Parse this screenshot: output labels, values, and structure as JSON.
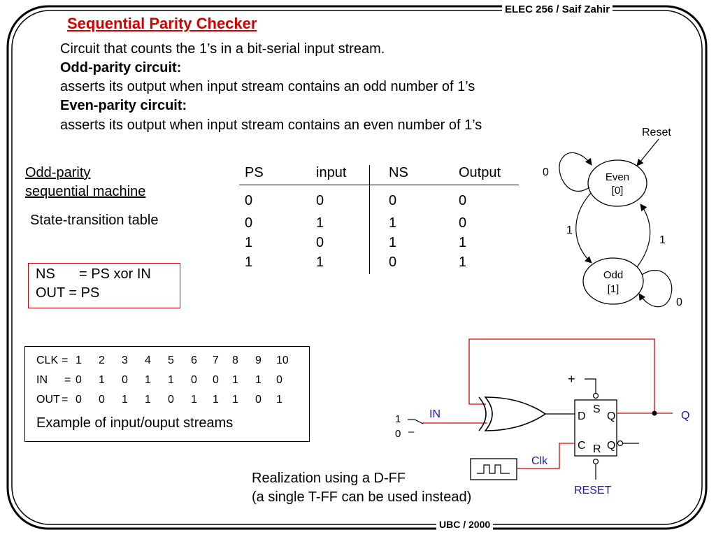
{
  "header": {
    "course": "ELEC 256 / Saif Zahir",
    "footer": "UBC / 2000"
  },
  "title": "Sequential Parity Checker",
  "intro": {
    "line1": "Circuit that counts the 1’s in a bit-serial input stream.",
    "odd_heading": "Odd-parity circuit:",
    "odd_desc": "asserts its output when input stream contains an odd number of 1’s",
    "even_heading": "Even-parity circuit:",
    "even_desc": "asserts its output when input stream contains an even number of 1’s"
  },
  "machine": {
    "label_line1": "Odd-parity ",
    "label_line2": "sequential machine",
    "table_label": "State-transition table"
  },
  "state_table": {
    "headers": [
      "PS",
      "input",
      "NS",
      "Output"
    ],
    "rows": [
      [
        "0",
        "0",
        "0",
        "0"
      ],
      [
        "0",
        "1",
        "1",
        "0"
      ],
      [
        "1",
        "0",
        "1",
        "1"
      ],
      [
        "1",
        "1",
        "0",
        "1"
      ]
    ]
  },
  "equations": {
    "ns_label": "NS",
    "ns_rhs": "= PS xor IN",
    "out": "OUT = PS"
  },
  "streams": {
    "rows": [
      {
        "label": "CLK",
        "eq": "=",
        "values": [
          "1",
          "2",
          "3",
          "4",
          "5",
          "6",
          "7",
          "8",
          "9",
          "10"
        ]
      },
      {
        "label": "IN",
        "eq": "=",
        "values": [
          "0",
          "1",
          "0",
          "1",
          "1",
          "0",
          "0",
          "1",
          "1",
          "0"
        ]
      },
      {
        "label": "OUT",
        "eq": "=",
        "values": [
          "0",
          "0",
          "1",
          "1",
          "0",
          "1",
          "1",
          "1",
          "0",
          "1"
        ]
      }
    ],
    "caption": "Example of input/ouput streams"
  },
  "state_diagram": {
    "reset": "Reset",
    "even_name": "Even",
    "even_code": "[0]",
    "odd_name": "Odd",
    "odd_code": "[1]",
    "even_self_loop": "0",
    "odd_self_loop": "0",
    "even_to_odd": "1",
    "odd_to_even": "1"
  },
  "circuit": {
    "plus": "+",
    "one": "1",
    "zero": "0",
    "dash": "–",
    "in_label": "IN",
    "d": "D",
    "s": "S",
    "q_top": "Q",
    "c": "C",
    "r": "R",
    "q_bot": "Q",
    "q_out": "Q",
    "clk": "Clk",
    "reset": "RESET",
    "colors": {
      "wire": "#d40000",
      "label": "#1a1aa8"
    }
  },
  "realization": {
    "line1": "Realization using a D-FF",
    "line2": "(a single T-FF can be used instead)"
  }
}
